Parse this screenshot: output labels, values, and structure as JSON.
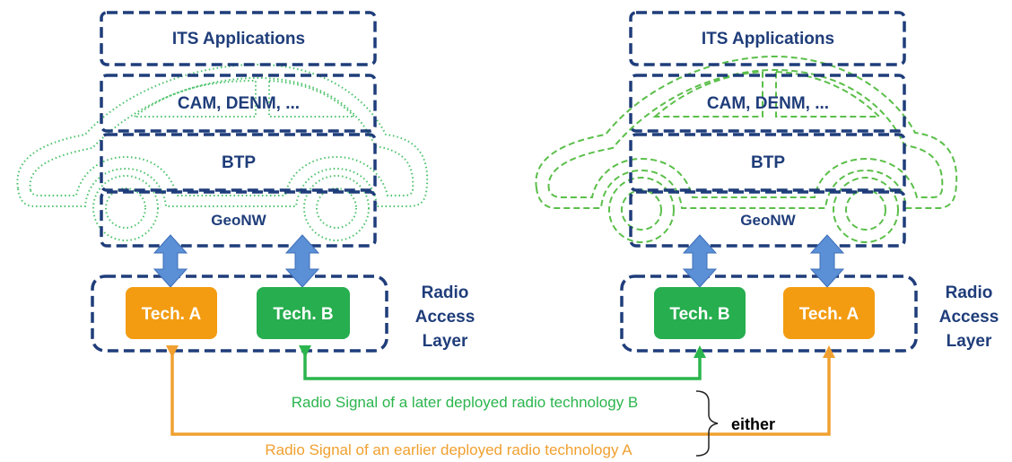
{
  "left_stack": {
    "its": "ITS Applications",
    "cam": "CAM, DENM, ...",
    "btp": "BTP",
    "geonw": "GeoNW",
    "tech_a": "Tech. A",
    "tech_b": "Tech. B",
    "radio_line1": "Radio",
    "radio_line2": "Access",
    "radio_line3": "Layer"
  },
  "right_stack": {
    "its": "ITS Applications",
    "cam": "CAM, DENM, ...",
    "btp": "BTP",
    "geonw": "GeoNW",
    "tech_b": "Tech. B",
    "tech_a": "Tech. A",
    "radio_line1": "Radio",
    "radio_line2": "Access",
    "radio_line3": "Layer"
  },
  "signals": {
    "tech_b_label": "Radio Signal of a later deployed radio technology B",
    "tech_a_label": "Radio Signal of an earlier deployed radio technology A",
    "either": "either"
  },
  "colors": {
    "stack_border": "#1f3d7a",
    "tech_a": "#f39c12",
    "tech_b": "#27ae4f",
    "signal_b": "#2bb54d",
    "signal_a": "#f0a030",
    "connector": "#5b8fd6",
    "car_left": "#4cc26a",
    "car_right": "#5bbf4a"
  }
}
